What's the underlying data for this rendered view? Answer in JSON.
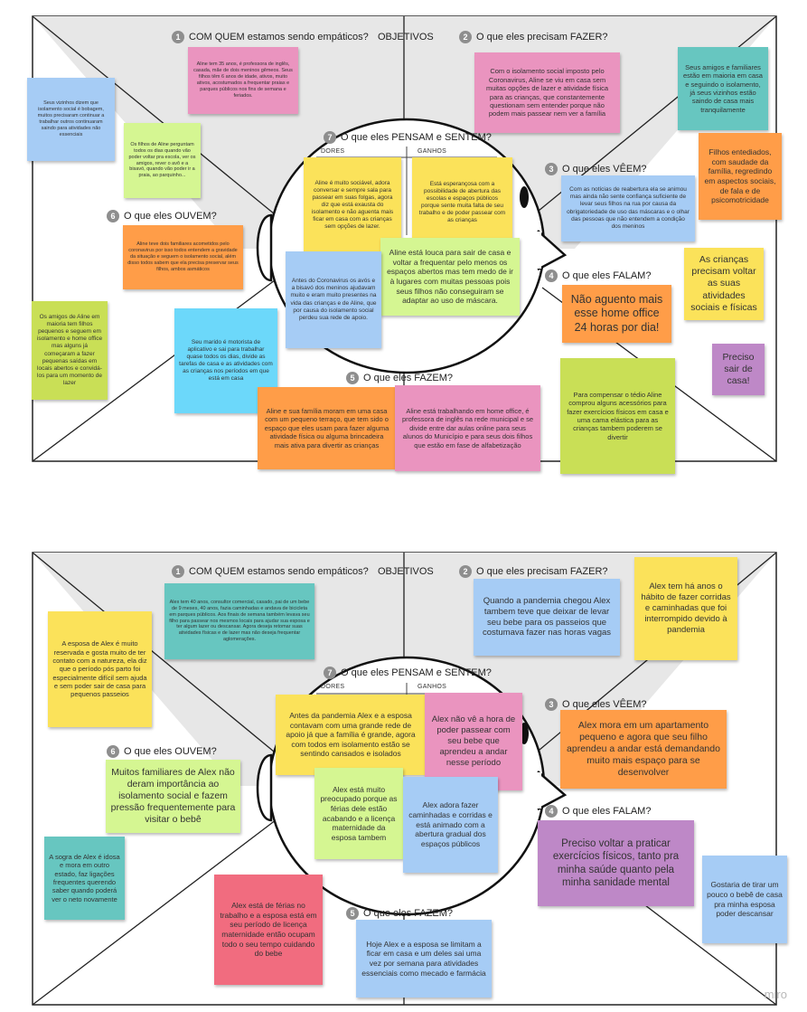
{
  "board1": {
    "sections": {
      "s1": {
        "num": "1",
        "label": "COM QUEM  estamos sendo empáticos?"
      },
      "objetivos": "OBJETIVOS",
      "s2": {
        "num": "2",
        "label": "O que eles precisam FAZER?"
      },
      "s7": {
        "num": "7",
        "label": "O que eles PENSAM e SENTEM?"
      },
      "dores": "DORES",
      "ganhos": "GANHOS",
      "s3": {
        "num": "3",
        "label": "O que eles VÊEM?"
      },
      "s6": {
        "num": "6",
        "label": "O que eles OUVEM?"
      },
      "s4": {
        "num": "4",
        "label": "O que eles FALAM?"
      },
      "s5": {
        "num": "5",
        "label": "O que eles FAZEM?"
      }
    },
    "notes": [
      "Aline tem 35 anos, é professora de inglês, casada, mãe de dois meninos gêmeos. Seus filhos têm 6 anos de idade, ativos, muito ativos, acostumados a frequentar praias e parques públicos nos fins de semana e feriados.",
      "Com o isolamento social imposto pelo Coronavirus, Aline se viu em casa sem muitas opções de lazer e atividade física para as crianças, que constantemente questionam sem entender porque não podem mais passear nem ver a família",
      "Seus amigos e familiares estão em maioria em casa e seguindo o isolamento, já seus vizinhos estão saindo de casa mais tranquilamente",
      "Seus vizinhos dizem que isolamento social é bobagem, muitos precisaram continuar a trabalhar outros continuaram saindo para atividades não essenciais",
      "Os filhos de Aline perguntam todos os dias quando vão poder voltar pra escola, ver os amigos, rever o avô e a bisavó, quando vão poder ir a praia, ao parquinho...",
      "Filhos entediados, com saudade da família, regredindo em aspectos sociais, de fala e de psicomotricidade",
      "Aline é muito sociável, adora conversar e sempre sala para passear em suas folgas, agora diz que está exausta do isolamento e não aguenta mais ficar em casa com as crianças sem opções de lazer.",
      "Está esperançosa com a possibilidade de abertura das escolas e espaços públicos porque sente muita falta de seu trabalho e de poder passear com as crianças",
      "Com as notícias de reabertura ela se animou mas ainda não sente confiança suficiente de levar seus filhos na rua por causa da obrigatoriedade de uso das máscaras e o olhar das pessoas que não entendem a condição dos meninos",
      "Aline teve dois familiares acometidos pelo coronavirus por isso todos entendem a gravidade da situação e seguem o isolamento social, além disso todos sabem que ela precisa preservar seus filhos, ambos asmáticos",
      "Aline está louca para sair de casa e voltar a frequentar pelo menos os espaços abertos mas tem medo de ir à lugares com muitas pessoas pois seus filhos não conseguiram se adaptar ao uso de máscara.",
      "Antes do Coronavirus os avós e a bisavó dos meninos ajudavam muito e eram muito presentes na vida das crianças e de Aline, que por causa do isolamento social perdeu sua rede de apoio.",
      "As crianças precisam voltar as suas atividades sociais e físicas",
      "Os amigos de Aline em maioria tem filhos pequenos e seguem em isolamento e home office mas alguns já começaram a fazer pequenas saídas em locais abertos e convidá-los para um momento de lazer",
      "Seu marido é motorista de aplicativo e sai para trabalhar quase todos os dias, divide as tarefas de casa e as atividades com as crianças nos períodos em que está em casa",
      "Não aguento mais esse home office 24 horas por dia!",
      "Preciso sair de casa!",
      "Para compensar o tédio Aline comprou alguns acessórios para fazer exercícios físicos em casa e uma cama elástica para as crianças tambem poderem se divertir",
      "Aline e sua família moram em uma casa com um pequeno terraço, que tem sido o espaço que eles usam para fazer alguma atividade física ou alguma brincadeira mais ativa para divertir as crianças",
      "Aline está trabalhando em home office, é professora de inglês na rede municipal e se divide entre dar aulas online para seus alunos do Município e para seus dois filhos que estão em fase de alfabetização"
    ]
  },
  "board2": {
    "sections": {
      "s1": {
        "num": "1",
        "label": "COM QUEM  estamos sendo empáticos?"
      },
      "objetivos": "OBJETIVOS",
      "s2": {
        "num": "2",
        "label": "O que eles precisam FAZER?"
      },
      "s7": {
        "num": "7",
        "label": "O que eles PENSAM e SENTEM?"
      },
      "dores": "DORES",
      "ganhos": "GANHOS",
      "s3": {
        "num": "3",
        "label": "O que eles VÊEM?"
      },
      "s6": {
        "num": "6",
        "label": "O que eles OUVEM?"
      },
      "s4": {
        "num": "4",
        "label": "O que eles FALAM?"
      },
      "s5": {
        "num": "5",
        "label": "O que eles FAZEM?"
      }
    },
    "notes": [
      "Alex tem 40 anos, consultor comercial, casado, pai de um bebe de 9 meses, 40 anos, fazia caminhadas e andava de bicicleta em parques públicos. Aos finais de semana também levava seu filho para passear nos mesmos locais para ajudar sua esposa e ter algum lazer ou descansar. Agora deseja retomar suas atividades físicas e de lazer mas não deseja frequentar aglomerações.",
      "Quando a pandemia chegou Alex tambem teve que deixar de levar seu bebe para os passeios que costumava fazer nas horas vagas",
      "Alex tem  há anos o hábito de fazer corridas e caminhadas que foi interrompido devido à pandemia",
      "A esposa de Alex é muito reservada e gosta muito de ter contato com a natureza, ela diz que o período pós parto foi especialmente difícil sem ajuda e sem poder sair de casa para pequenos passeios",
      "Antes da pandemia Alex e a esposa contavam com uma grande rede de apoio já que a família é grande, agora com todos em isolamento estão se sentindo cansados e isolados",
      "Alex não vê a hora de poder passear com seu bebe que aprendeu a andar nesse período",
      "Alex mora em um apartamento pequeno e agora que seu filho aprendeu a andar está demandando muito mais espaço para se desenvolver",
      "Muitos familiares de Alex não deram importância ao isolamento social e fazem pressão frequentemente para visitar o bebê",
      "Alex está muito preocupado porque as férias dele estão acabando e a licença maternidade da esposa tambem",
      "Alex adora fazer caminhadas e corridas e está animado com a abertura gradual dos espaços públicos",
      "A sogra de Alex é idosa e mora em outro estado, faz ligações frequentes querendo saber quando poderá ver o neto novamente",
      "Preciso voltar a praticar exercícios físicos, tanto pra minha saúde quanto pela minha sanidade mental",
      "Gostaria de tirar um pouco o bebê de casa pra minha esposa poder descansar",
      "Alex está de férias no trabalho e a esposa está em seu período de licença maternidade então ocupam todo o seu tempo cuidando do bebe",
      "Hoje Alex e a esposa se limitam a ficar em casa e um deles sai uma vez por semana para atividades essenciais como mecado e farmácia"
    ]
  },
  "watermark": "miro",
  "colors": {
    "pink": "#ea94bf",
    "teal": "#67c6c0",
    "blue": "#a6ccf5",
    "light_green": "#d5f692",
    "orange": "#ff9d48",
    "yellow": "#fbe25a",
    "lime": "#c9df56",
    "cyan": "#6cd8fa",
    "purple": "#be88c7",
    "red": "#f16c7f",
    "canvas_grey": "#e6e6e6"
  }
}
